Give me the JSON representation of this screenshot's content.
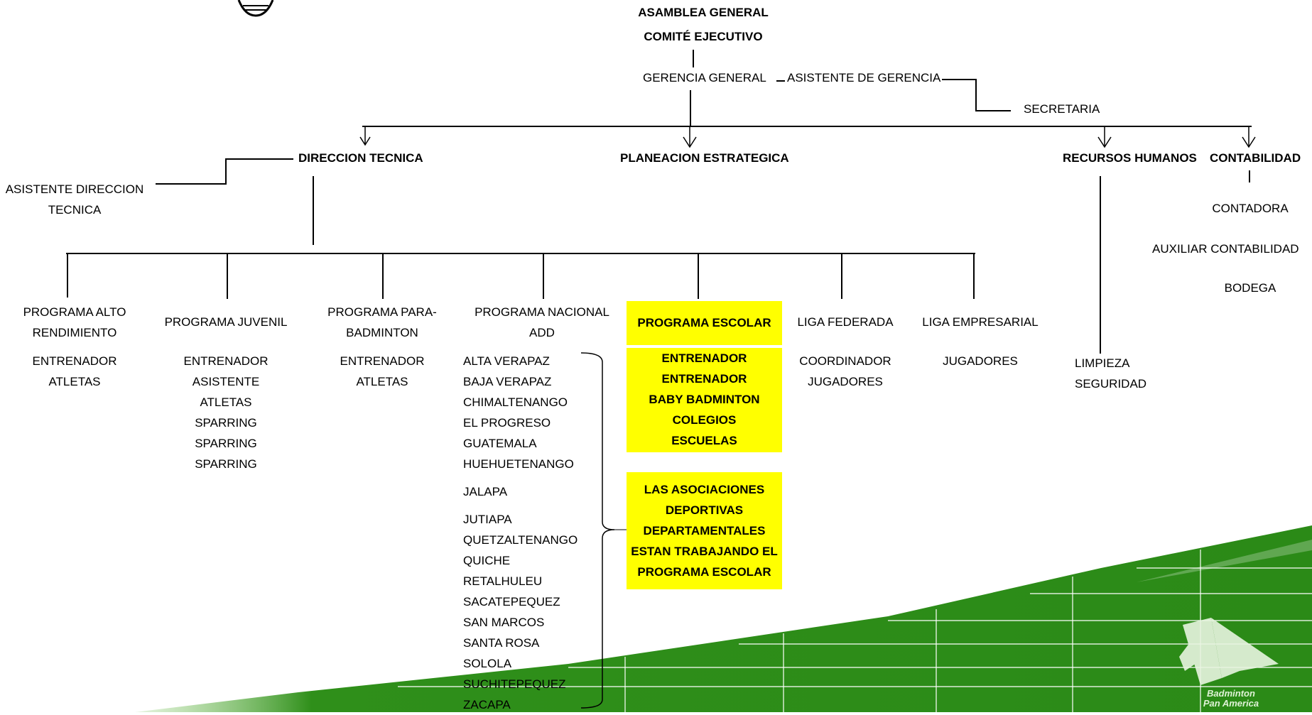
{
  "top": {
    "assembly": "ASAMBLEA GENERAL",
    "committee": "COMITÉ EJECUTIVO",
    "general_management": "GERENCIA GENERAL",
    "management_assistant": "ASISTENTE DE GERENCIA",
    "secretary": "SECRETARIA"
  },
  "departments": {
    "technical": "DIRECCION TECNICA",
    "planning": "PLANEACION ESTRATEGICA",
    "hr": "RECURSOS HUMANOS",
    "accounting": "CONTABILIDAD"
  },
  "technical_assistant": [
    "ASISTENTE DIRECCION",
    "TECNICA"
  ],
  "accounting_staff": [
    "CONTADORA",
    "AUXILIAR CONTABILIDAD",
    "BODEGA"
  ],
  "hr_staff": [
    "LIMPIEZA",
    "SEGURIDAD"
  ],
  "programs": {
    "alto_rendimiento": {
      "title": [
        "PROGRAMA ALTO",
        "RENDIMIENTO"
      ],
      "members": [
        "ENTRENADOR",
        "ATLETAS"
      ]
    },
    "juvenil": {
      "title": [
        "PROGRAMA JUVENIL"
      ],
      "members": [
        "ENTRENADOR",
        "ASISTENTE",
        "ATLETAS",
        "SPARRING",
        "SPARRING",
        "SPARRING"
      ]
    },
    "para": {
      "title": [
        "PROGRAMA PARA-",
        "BADMINTON"
      ],
      "members": [
        "ENTRENADOR",
        "ATLETAS"
      ]
    },
    "nacional": {
      "title": [
        "PROGRAMA NACIONAL",
        "ADD"
      ]
    },
    "liga_federada": {
      "title": "LIGA FEDERADA",
      "members": [
        "COORDINADOR",
        "JUGADORES"
      ]
    },
    "liga_empresarial": {
      "title": "LIGA EMPRESARIAL",
      "members": [
        "JUGADORES"
      ]
    }
  },
  "departamentos": [
    "ALTA VERAPAZ",
    "BAJA VERAPAZ",
    "CHIMALTENANGO",
    "EL PROGRESO",
    "GUATEMALA",
    "HUEHUETENANGO",
    "JALAPA",
    "JUTIAPA",
    "QUETZALTENANGO",
    "QUICHE",
    "RETALHULEU",
    "SACATEPEQUEZ",
    "SAN MARCOS",
    "SANTA ROSA",
    "SOLOLA",
    "SUCHITEPEQUEZ",
    "ZACAPA"
  ],
  "escolar": {
    "title": "PROGRAMA ESCOLAR",
    "items": [
      "ENTRENADOR",
      "ENTRENADOR",
      "BABY BADMINTON",
      "COLEGIOS",
      "ESCUELAS"
    ],
    "note": [
      "LAS ASOCIACIONES",
      "DEPORTIVAS",
      "DEPARTAMENTALES",
      "ESTAN TRABAJANDO EL",
      "PROGRAMA ESCOLAR"
    ]
  },
  "logo": {
    "line1": "Badminton",
    "line2": "Pan America"
  },
  "colors": {
    "highlight": "#ffff00",
    "banner": "#3a9a1c",
    "line": "#000000"
  }
}
